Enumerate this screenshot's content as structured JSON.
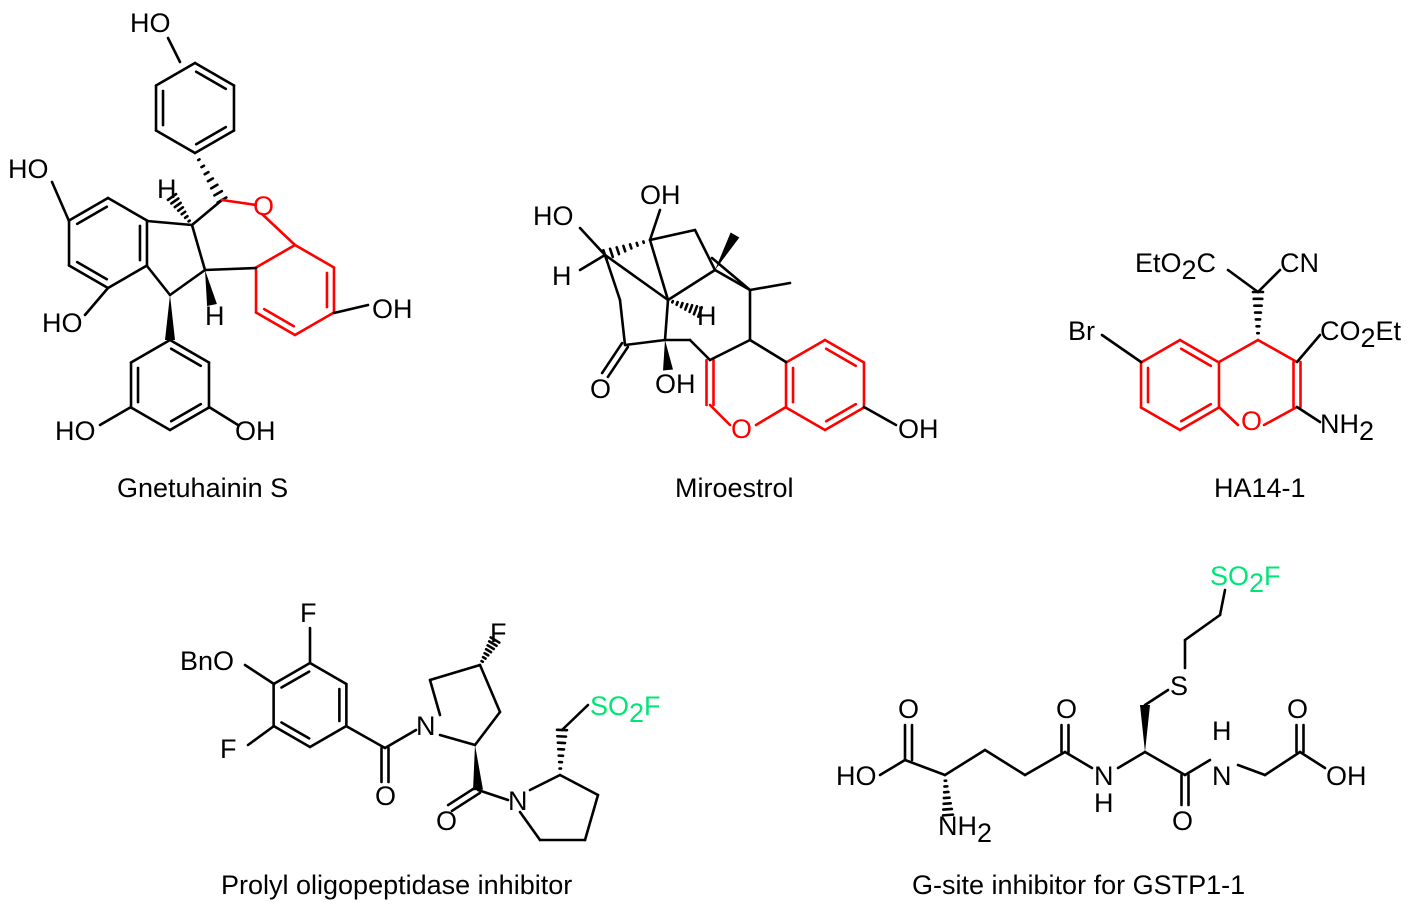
{
  "colors": {
    "bond": "#000000",
    "chromene": "#ff0000",
    "sulfonyl_fluoride": "#00e676"
  },
  "molecules": [
    {
      "name": "Gnetuhainin S",
      "labels": {
        "ho_top": "HO",
        "ho_left": "HO",
        "ho_bottom_left": "HO",
        "oh_right": "OH",
        "ho_bottom": "HO",
        "oh_bottom": "OH",
        "h1": "H",
        "h2": "H",
        "o_ring": "O"
      }
    },
    {
      "name": "Miroestrol",
      "labels": {
        "ho": "HO",
        "oh_top": "OH",
        "h1": "H",
        "h2": "H",
        "oh_mid": "OH",
        "o_keto": "O",
        "o_ring": "O",
        "oh_right": "OH"
      }
    },
    {
      "name": "HA14-1",
      "labels": {
        "ester_left": "EtO",
        "ester_left_sub": "2",
        "ester_left_c": "C",
        "cn": "CN",
        "br": "Br",
        "ester_right": "CO",
        "ester_right_sub": "2",
        "ester_right_et": "Et",
        "o_ring": "O",
        "nh2": "NH",
        "nh2_sub": "2"
      }
    },
    {
      "name": "Prolyl oligopeptidase inhibitor",
      "labels": {
        "f_top": "F",
        "bno": "BnO",
        "f_bottom": "F",
        "n1": "N",
        "f_ring": "F",
        "o1": "O",
        "o2": "O",
        "n2": "N",
        "so2f": "SO",
        "so2f_sub": "2",
        "so2f_f": "F"
      }
    },
    {
      "name": "G-site inhibitor for GSTP1-1",
      "labels": {
        "so2f": "SO",
        "so2f_sub": "2",
        "so2f_f": "F",
        "s": "S",
        "o1": "O",
        "o2": "O",
        "o3": "O",
        "o4": "O",
        "ho": "HO",
        "nh2": "NH",
        "nh2_sub": "2",
        "n1": "N",
        "h1": "H",
        "n2": "N",
        "h2": "H",
        "oh": "OH"
      }
    }
  ]
}
